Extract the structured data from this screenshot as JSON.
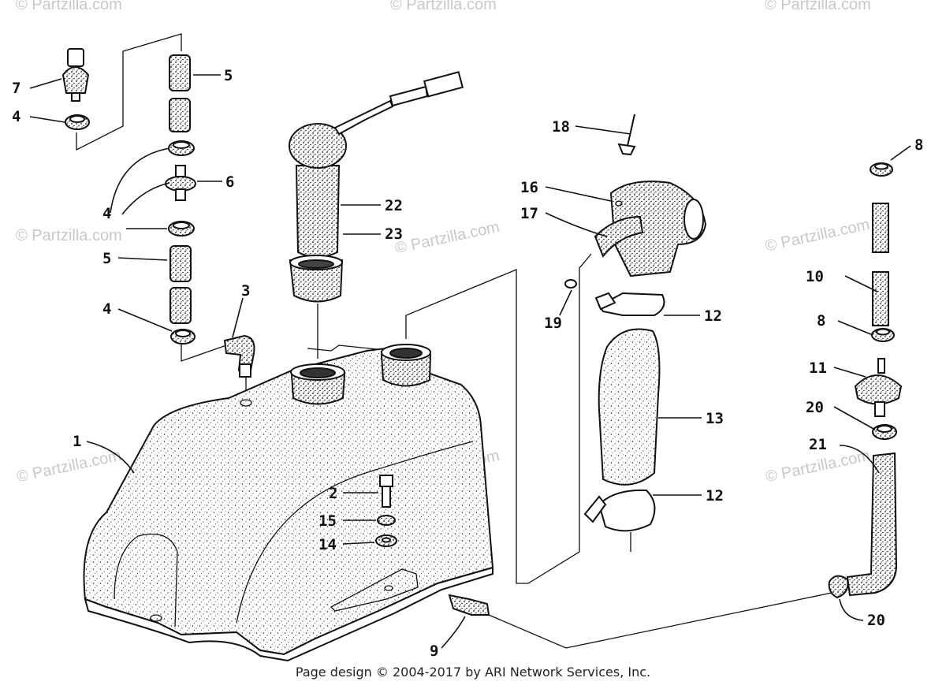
{
  "watermark": "© Partzilla.com",
  "footer": "Page design © 2004-2017 by ARI Network Services, Inc.",
  "callouts": {
    "c7": "7",
    "c4a": "4",
    "c5a": "5",
    "c6": "6",
    "c4b": "4",
    "c5b": "5",
    "c4c": "4",
    "c3": "3",
    "c22": "22",
    "c23": "23",
    "c1": "1",
    "c2": "2",
    "c15": "15",
    "c14": "14",
    "c9": "9",
    "c18": "18",
    "c16": "16",
    "c17": "17",
    "c19": "19",
    "c12a": "12",
    "c13": "13",
    "c12b": "12",
    "c8a": "8",
    "c10": "10",
    "c8b": "8",
    "c11": "11",
    "c20a": "20",
    "c21": "21",
    "c20b": "20"
  }
}
